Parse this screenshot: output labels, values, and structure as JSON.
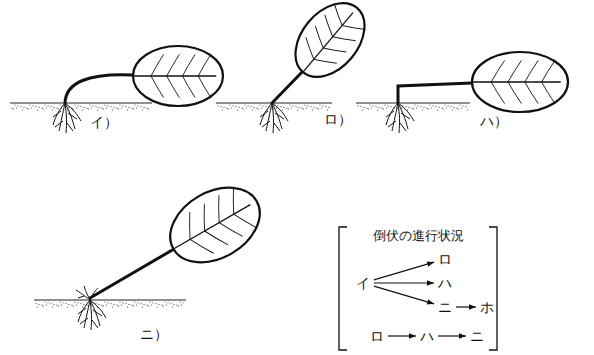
{
  "diagram": {
    "nodes": [
      {
        "text": [
          "倒伏の進行状況"
        ]
      },
      {
        "text": [
          "イ"
        ],
        "in": 0
      },
      {
        "text": [
          "ロ"
        ],
        "in": 0
      },
      {
        "text": [
          "ハ"
        ],
        "in": 0
      },
      {
        "text": [
          "ニ"
        ],
        "in": 0
      },
      {
        "text": [
          "ホ"
        ],
        "in": 0
      },
      {
        "text": [
          "ロ"
        ],
        "in": 0
      },
      {
        "text": [
          "ハ"
        ],
        "in": 0
      },
      {
        "text": [
          "ニ"
        ],
        "in": 0
      }
    ],
    "edges": [
      {
        "from": 1,
        "to": 2,
        "arrow": "to"
      },
      {
        "from": 1,
        "to": 3,
        "arrow": "to"
      },
      {
        "from": 1,
        "to": 4,
        "arrow": "to"
      },
      {
        "from": 4,
        "to": 5,
        "arrow": "to"
      },
      {
        "from": 6,
        "to": 7,
        "arrow": "to"
      },
      {
        "from": 7,
        "to": 8,
        "arrow": "to"
      }
    ],
    "labels": [
      "イ）",
      "ロ）",
      "ハ）",
      "ニ）"
    ]
  }
}
